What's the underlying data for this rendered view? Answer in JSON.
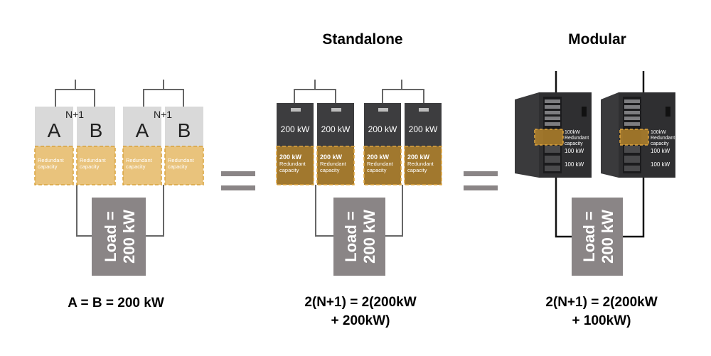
{
  "titles": {
    "standalone": "Standalone",
    "modular": "Modular"
  },
  "panel1": {
    "group_label": "N+1",
    "unit_a": "A",
    "unit_b": "B",
    "redundant": [
      "Redundant",
      "capacity"
    ],
    "load": [
      "Load =",
      "200 kW"
    ],
    "equation": "A = B = 200 kW"
  },
  "panel2": {
    "unit_rating": "200 kW",
    "redundant": [
      "200 kW",
      "Redundant",
      "capacity"
    ],
    "load": [
      "Load =",
      "200 kW"
    ],
    "equation": [
      "2(N+1) = 2(200kW",
      "+ 200kW)"
    ]
  },
  "panel3": {
    "module_redundant": [
      "100kW",
      "Redundant",
      "capacity"
    ],
    "module_rating": "100 kW",
    "load": [
      "Load =",
      "200 kW"
    ],
    "equation": [
      "2(N+1) = 2(200kW",
      "+ 100kW)"
    ]
  },
  "colors": {
    "unit_grey": "#d9d9d9",
    "redundant_fill": "#e9c37c",
    "redundant_border": "#d9a33c",
    "load_box": "#8a8586",
    "cabinet_dark": "#3d3d3f",
    "wire": "#111111"
  }
}
